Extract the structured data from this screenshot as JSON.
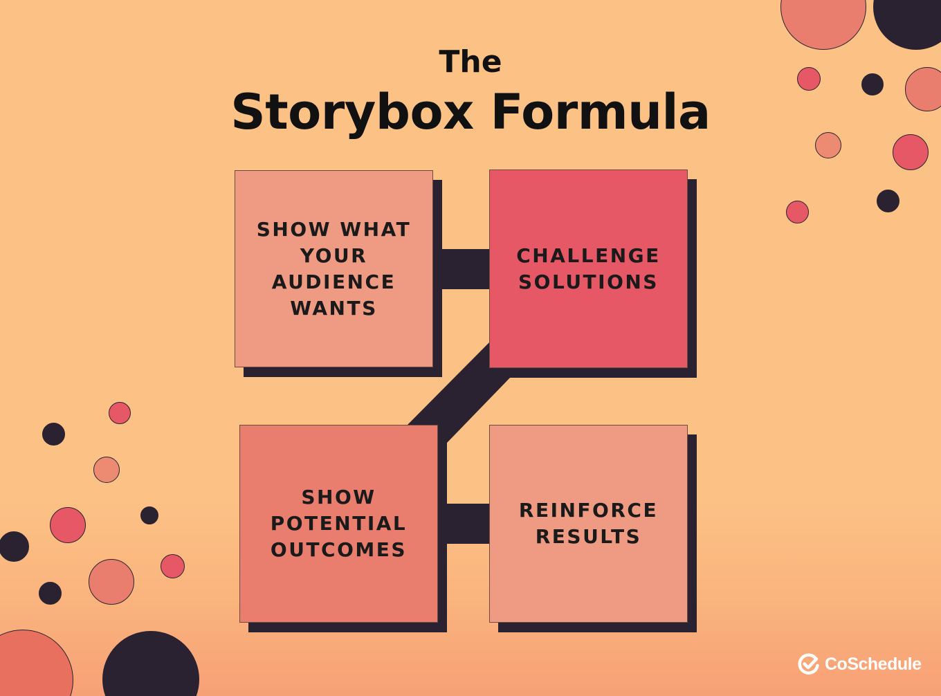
{
  "title": {
    "line1": "The",
    "line2": "Storybox Formula"
  },
  "steps": [
    {
      "label": "SHOW WHAT\nYOUR\nAUDIENCE\nWANTS",
      "color": "#ef9a82"
    },
    {
      "label": "CHALLENGE\nSOLUTIONS",
      "color": "#e65866"
    },
    {
      "label": "SHOW\nPOTENTIAL\nOUTCOMES",
      "color": "#ea7e6e"
    },
    {
      "label": "REINFORCE\nRESULTS",
      "color": "#ef9a82"
    }
  ],
  "brand": {
    "name": "CoSchedule",
    "icon": "check-circle-icon"
  },
  "colors": {
    "background": "#fcc185",
    "dark": "#2a2230",
    "salmon": "#ec7f6d",
    "coral": "#e65866",
    "peach": "#ef9a82"
  }
}
